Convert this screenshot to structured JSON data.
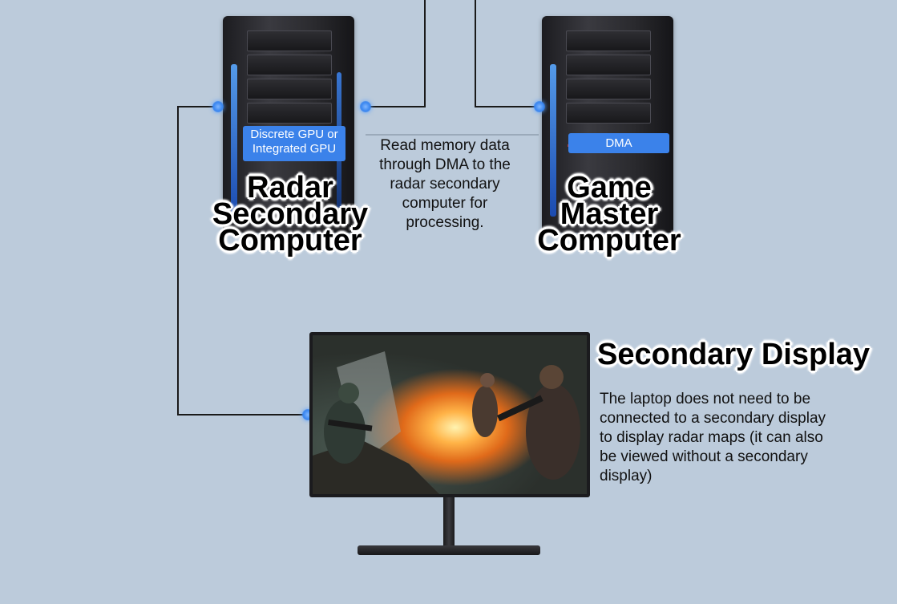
{
  "radar_computer": {
    "gpu_chip_line1": "Discrete GPU or",
    "gpu_chip_line2": "Integrated GPU",
    "label_line1": "Radar",
    "label_line2": "Secondary",
    "label_line3": "Computer"
  },
  "game_computer": {
    "dma_chip": "DMA",
    "label_line1": "Game",
    "label_line2": "Master",
    "label_line3": "Computer"
  },
  "dma_note": {
    "line1": "Read memory data",
    "line2": "through DMA to the",
    "line3": "radar secondary",
    "line4": "computer for",
    "line5": "processing."
  },
  "secondary_display": {
    "title": "Secondary Display",
    "line1": "The laptop does not need to be",
    "line2": "connected to a secondary display",
    "line3": "to display radar maps (it can also",
    "line4": "be viewed without a secondary",
    "line5": "display)"
  },
  "colors": {
    "background": "#bccbdb",
    "chip": "#3b82ea",
    "connector": "#1a1a1a"
  }
}
